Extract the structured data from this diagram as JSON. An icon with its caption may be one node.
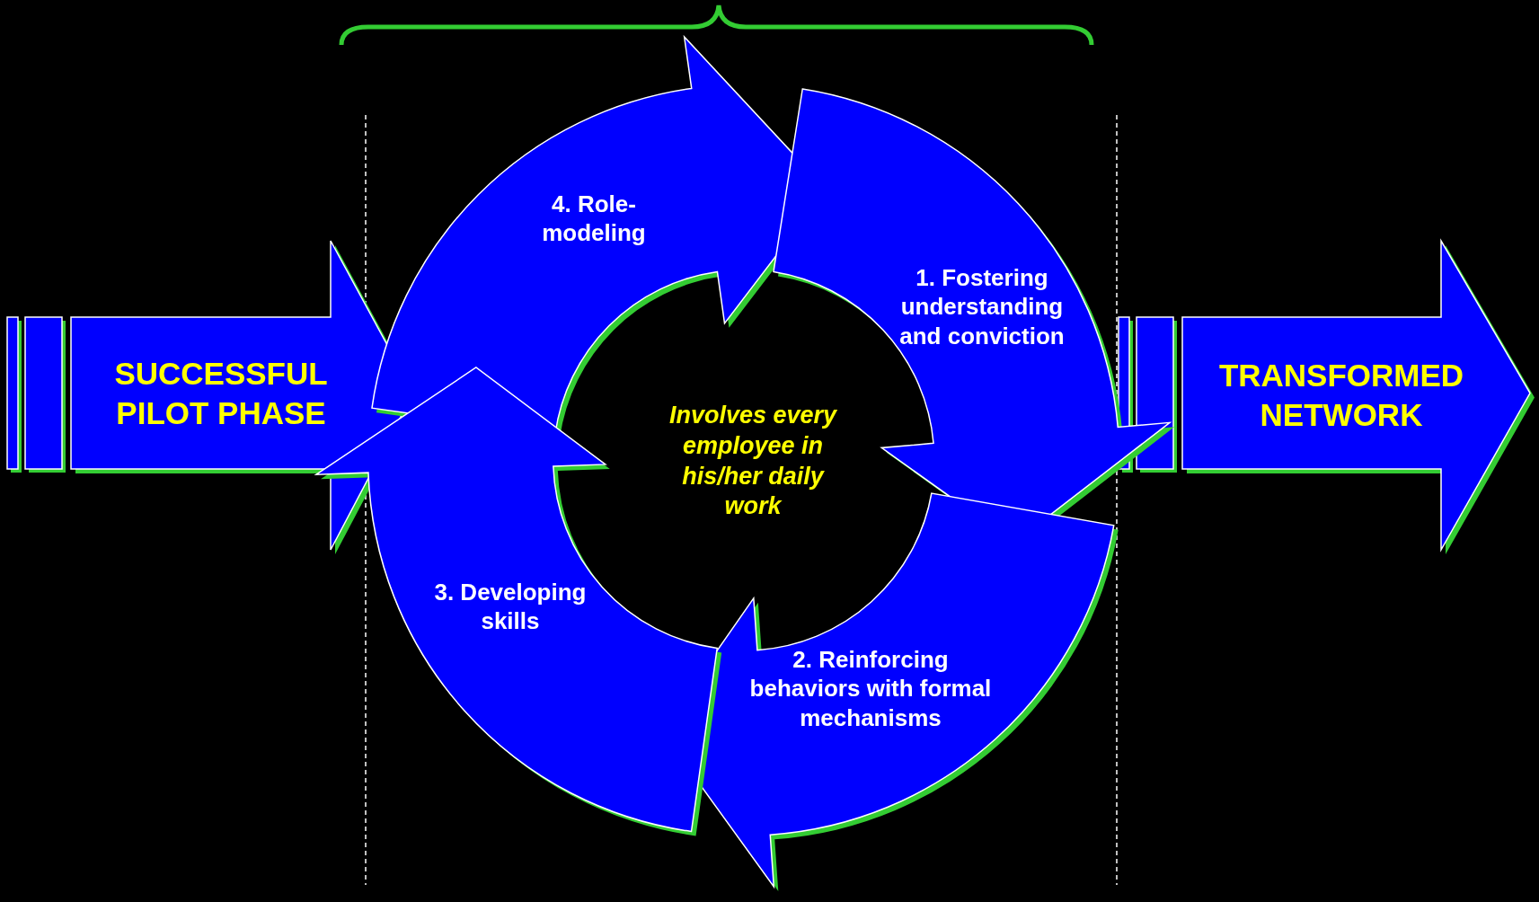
{
  "diagram": {
    "nodes": [
      {
        "text": [
          "SUCCESSFUL PILOT PHASE"
        ]
      },
      {
        "text": [
          "4. Role-modeling"
        ]
      },
      {
        "text": [
          "1. Fostering understanding and conviction"
        ]
      },
      {
        "text": [
          "3. Developing skills"
        ]
      },
      {
        "text": [
          "2. Reinforcing behaviors with formal mechanisms"
        ]
      },
      {
        "text": [
          "TRANSFORMED NETWORK"
        ]
      }
    ],
    "edges": [],
    "labels": [
      "Involves every employee in his/her daily work"
    ]
  }
}
